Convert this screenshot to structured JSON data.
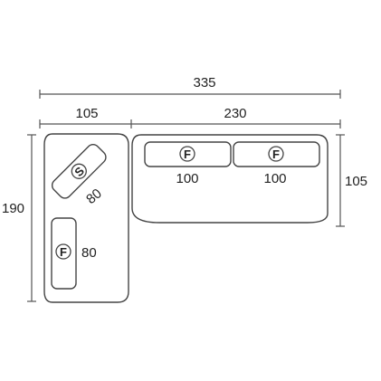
{
  "dimensions": {
    "overall_width": "335",
    "left_section_width": "105",
    "right_section_width": "230",
    "left_height": "190",
    "right_depth": "105"
  },
  "modules": {
    "left_diagonal": {
      "badge": "S",
      "size": "80"
    },
    "left_vertical": {
      "badge": "F",
      "size": "80"
    },
    "right_cushion_1": {
      "badge": "F",
      "size": "100"
    },
    "right_cushion_2": {
      "badge": "F",
      "size": "100"
    }
  },
  "colors": {
    "stroke": "#444444",
    "background": "#ffffff"
  }
}
